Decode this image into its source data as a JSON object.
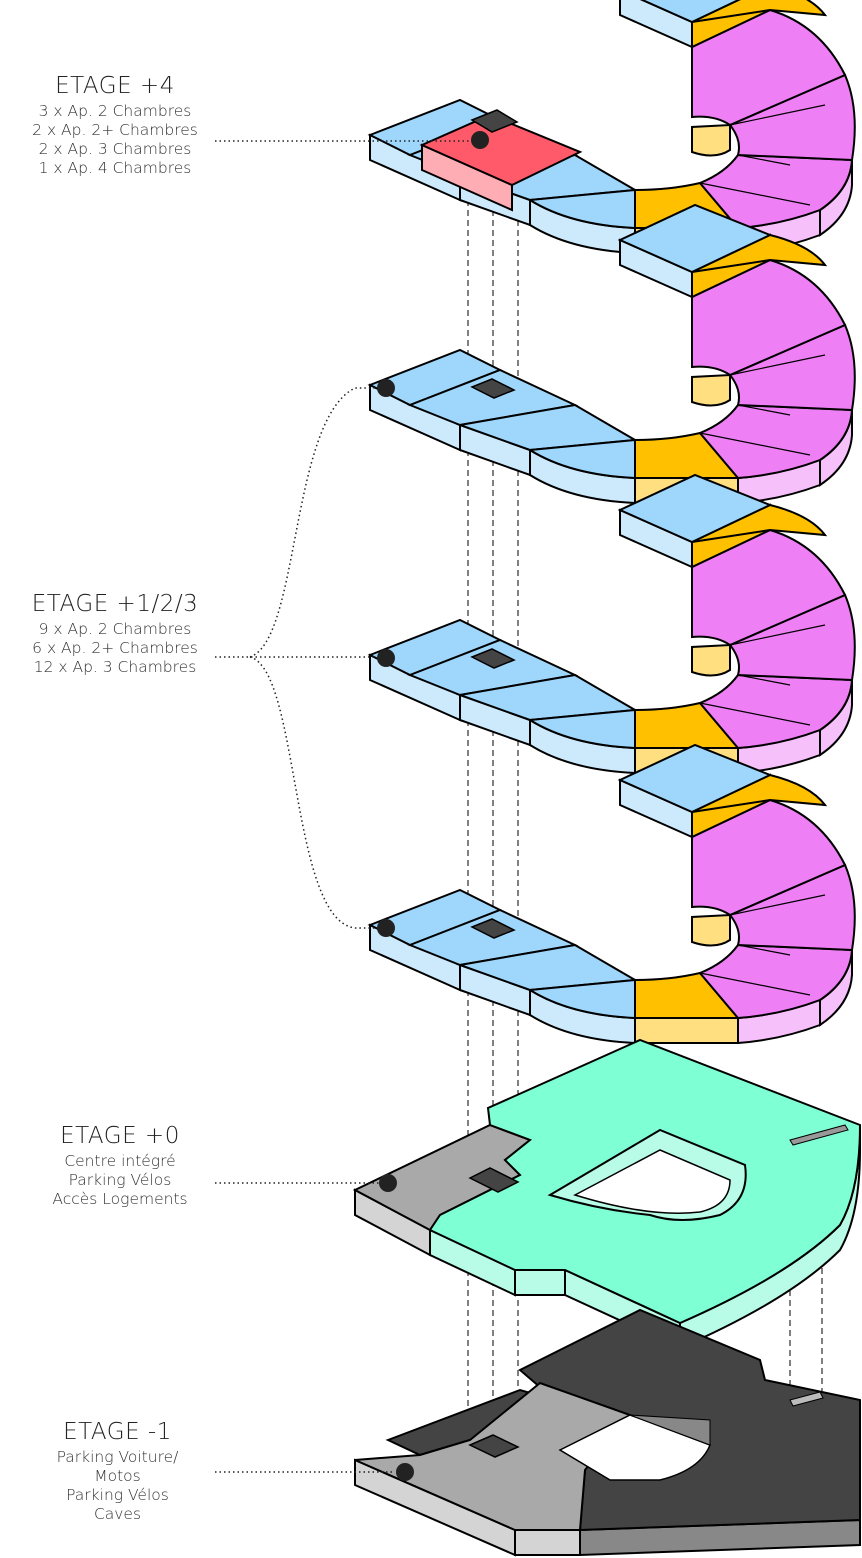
{
  "levels": {
    "etage4": {
      "title": "ETAGE +4",
      "lines": [
        "3 x Ap. 2 Chambres",
        "2 x Ap. 2+ Chambres",
        "2 x Ap. 3 Chambres",
        "1 x Ap. 4 Chambres"
      ]
    },
    "etage123": {
      "title": "ETAGE +1/2/3",
      "lines": [
        "9 x Ap. 2 Chambres",
        "6 x Ap. 2+ Chambres",
        "12 x Ap. 3 Chambres"
      ]
    },
    "etage0": {
      "title": "ETAGE +0",
      "lines": [
        "Centre intégré",
        "Parking Vélos",
        "Accès Logements"
      ]
    },
    "etage_minus1": {
      "title": "ETAGE -1",
      "lines": [
        "Parking Voiture/",
        "Motos",
        "Parking Vélos",
        "Caves"
      ]
    }
  },
  "colors": {
    "ap2": "#9fd6fb",
    "ap2_side": "#cdeafd",
    "ap3": "#ffc000",
    "ap3_side": "#ffdf80",
    "ap3plus": "#ef7ff5",
    "ap3plus_side": "#f6c0fa",
    "ap4": "#ff5a6a",
    "ap4_side": "#ffadb5",
    "commerce": "#7fffd4",
    "commerce_side": "#b8fbe6",
    "core": "#4a4a4a",
    "parking_light": "#a9a9a9",
    "parking_dark": "#444444",
    "parking_side": "#d4d4d4"
  }
}
